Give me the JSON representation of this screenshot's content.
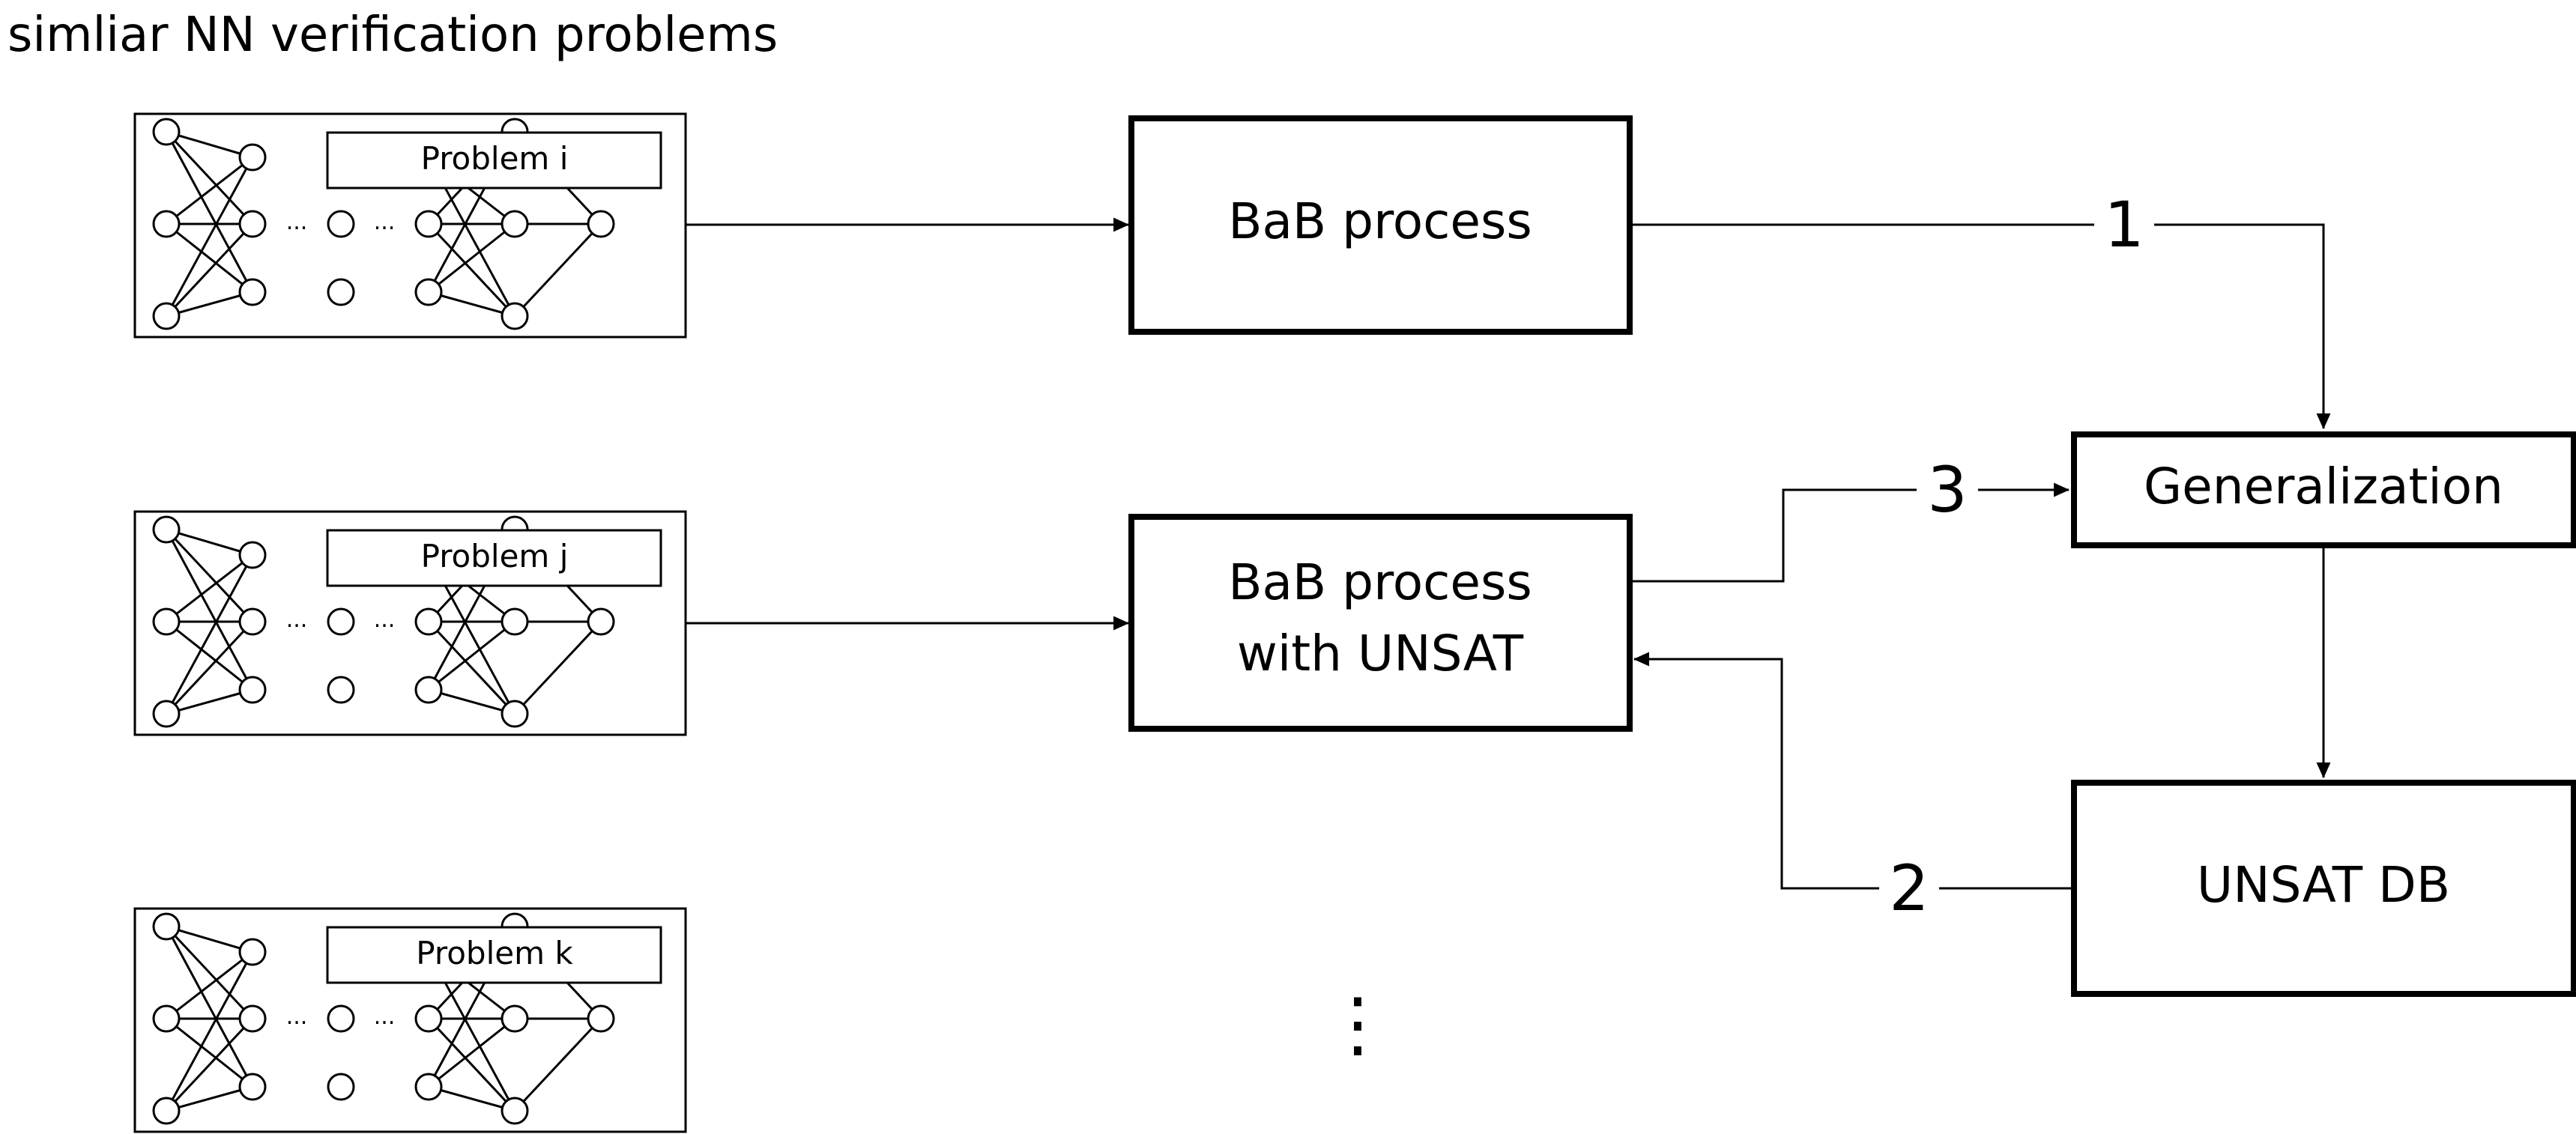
{
  "title": "simliar NN verification problems",
  "problems": [
    {
      "label": "Problem i"
    },
    {
      "label": "Problem j"
    },
    {
      "label": "Problem k"
    }
  ],
  "ellipsis": "...",
  "boxes": {
    "bab": "BaB process",
    "bab_unsat_line1": "BaB process",
    "bab_unsat_line2": "with UNSAT",
    "generalization": "Generalization",
    "unsat_db": "UNSAT DB"
  },
  "edge_labels": {
    "e1": "1",
    "e2": "2",
    "e3": "3"
  },
  "more_symbol": "⋮"
}
